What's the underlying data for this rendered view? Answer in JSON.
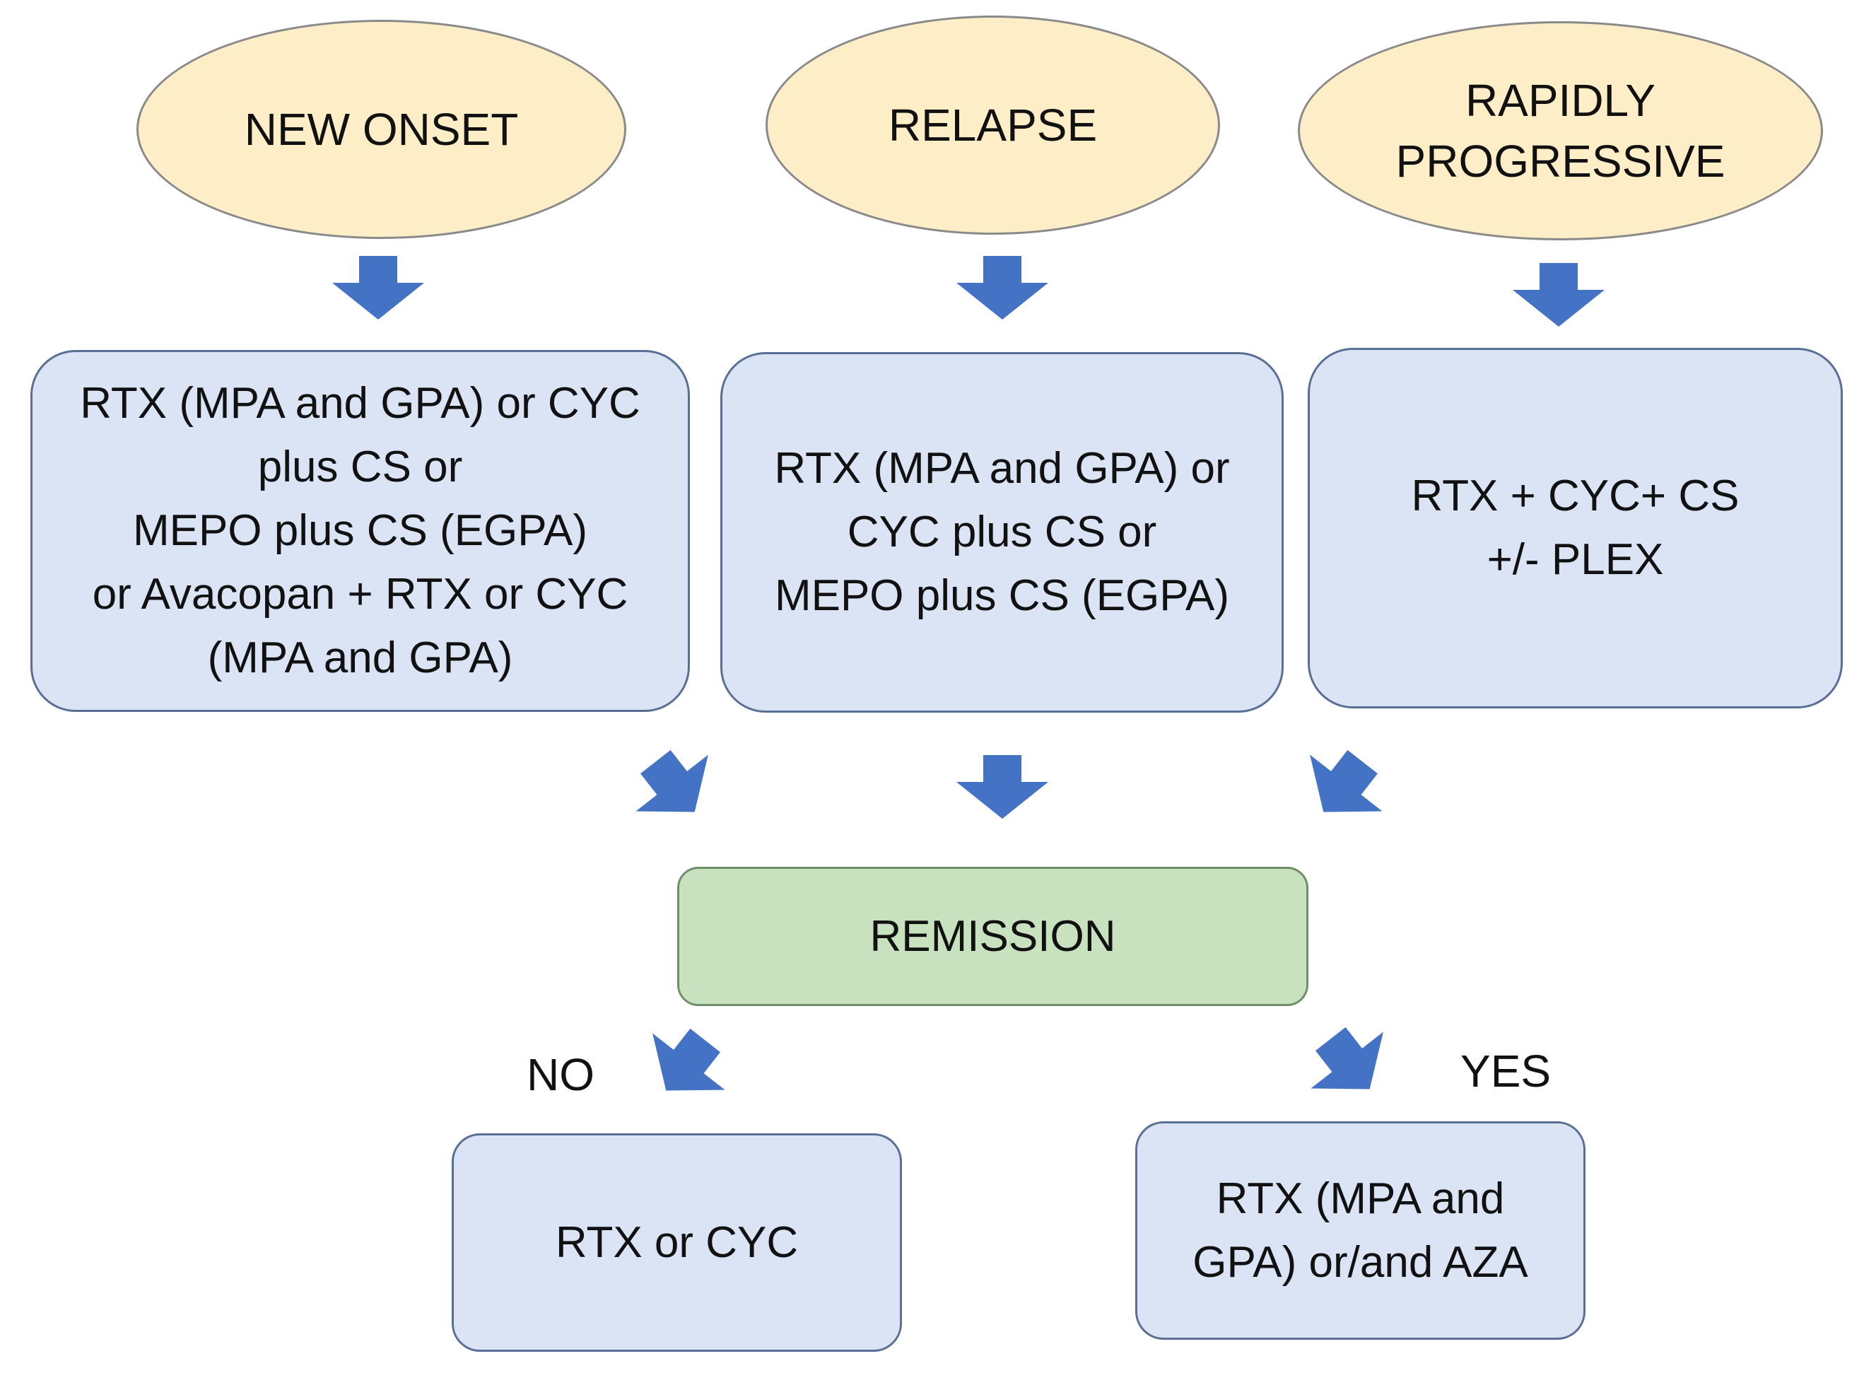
{
  "colors": {
    "start_fill": "#fdeec7",
    "treatment_fill": "#dbe4f4",
    "remission_fill": "#c8e2c0",
    "arrow": "#4472c4"
  },
  "nodes": {
    "new_onset": {
      "lines": [
        "NEW ONSET"
      ]
    },
    "relapse": {
      "lines": [
        "RELAPSE"
      ]
    },
    "rapidly_progressive": {
      "lines": [
        "RAPIDLY",
        "PROGRESSIVE"
      ]
    },
    "treatment_new_onset": {
      "lines": [
        "RTX (MPA and GPA) or CYC",
        "plus CS or",
        "MEPO plus CS (EGPA)",
        "or Avacopan + RTX or CYC",
        "(MPA and GPA)"
      ]
    },
    "treatment_relapse": {
      "lines": [
        "RTX (MPA and GPA) or",
        "CYC plus CS or",
        "MEPO plus CS (EGPA)"
      ]
    },
    "treatment_rapidly_progressive": {
      "lines": [
        "RTX + CYC+ CS",
        "+/- PLEX"
      ]
    },
    "remission": {
      "lines": [
        "REMISSION"
      ]
    },
    "no_outcome": {
      "lines": [
        "RTX or CYC"
      ]
    },
    "yes_outcome": {
      "lines": [
        "RTX (MPA and",
        "GPA) or/and AZA"
      ]
    }
  },
  "labels": {
    "no": "NO",
    "yes": "YES"
  },
  "arrow_icon": "down-arrow-icon"
}
